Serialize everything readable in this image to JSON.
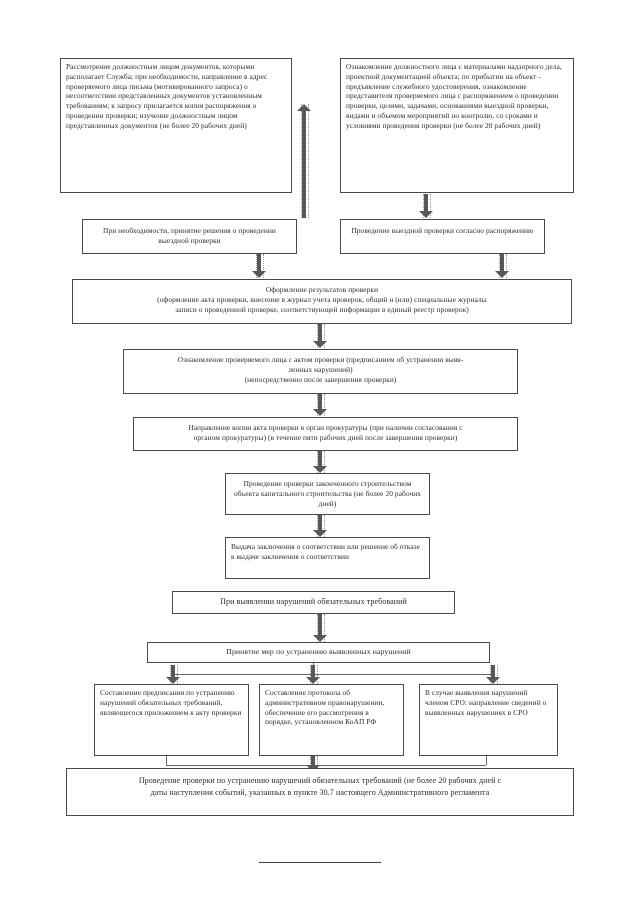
{
  "document": {
    "title": "Блок-схема проведения проверки",
    "language": "ru"
  },
  "nodes": {
    "review_documents": {
      "label": "Рассмотрение должностным лицом документов, которыми располагает Служба; при необходимости, направление в адрес проверяемого лица письма (мотивированного запроса) о несоответствии представленных документов установленным требованиям; к запросу прилагается копия распоряжения о проведении проверки; изучение должностным лицом представленных документов (не более 20 рабочих дней)"
    },
    "familiarization_materials": {
      "label": "Ознакомление должностного лица с материалами надзорного дела, проектной документацией объекта; по прибытии на объект - предъявление служебного удостоверения, ознакомление представителя проверяемого лица с распоряжением о проведении проверки, целями, задачами, основаниями выездной проверки, видами и объемом мероприятий по контролю, со сроками и условиями проведения проверки (не более 20 рабочих дней)"
    },
    "decision_field_check": {
      "label": "При необходимости, принятие решения о проведении выездной проверки"
    },
    "field_check_by_order": {
      "label": "Проведение выездной проверки согласно распоряжению"
    },
    "results_formalization": {
      "line1": "Оформление результатов проверки",
      "line2": "(оформление акта проверки, внесение в журнал учета проверок, общий и (или) специальные журналы",
      "line3": "записи о проведенной проверке, соответствующей информации в единый реестр проверок)"
    },
    "acquaint_with_act": {
      "line1": "Ознакомление проверяемого лица с актом проверки (предписанием об устранении выяв-",
      "line2": "ленных нарушений)",
      "line3": "(непосредственно после завершения проверки)"
    },
    "send_copy_prosecutor": {
      "line1": "Направление копии акта проверки в орган  прокуратуры (при наличии согласования с",
      "line2": "органом прокуратуры) (в течение пяти рабочих дней после завершения проверки)"
    },
    "check_completed_construction": {
      "label": "Проведение проверки законченного строительством объекта капитального строительства (не более 20 рабочих дней)"
    },
    "issue_conclusion": {
      "label": "Выдача заключения о соответствии или решение об отказе в выдаче заключения о соответствии"
    },
    "violations_found": {
      "label": "При выявлении нарушений обязательных требований"
    },
    "measures_taken": {
      "label": "Принятие мер по устранению выявленных нарушений"
    },
    "prescription": {
      "label": "Составление предписания по устранению нарушений  обязательных требований, являющегося приложением к акту проверки"
    },
    "protocol": {
      "label": "Составление протокола об административном правонарушении, обеспечение его рассмотрения в порядке, установленном КоАП РФ"
    },
    "sro_notification": {
      "label": "В случае выявления нарушений членом СРО: направление сведений о выявленных нарушениях в СРО"
    },
    "followup_check": {
      "line1": "Проведение проверки по устранению нарушений обязательных требований  (не более 20 рабочих дней с",
      "line2": "даты наступления событий, указанных в пункте 30.7 настоящего Административного регламента"
    }
  },
  "colors": {
    "border": "#4a4a4a",
    "arrow": "#585858",
    "text": "#2b2b2b",
    "background": "#ffffff"
  }
}
